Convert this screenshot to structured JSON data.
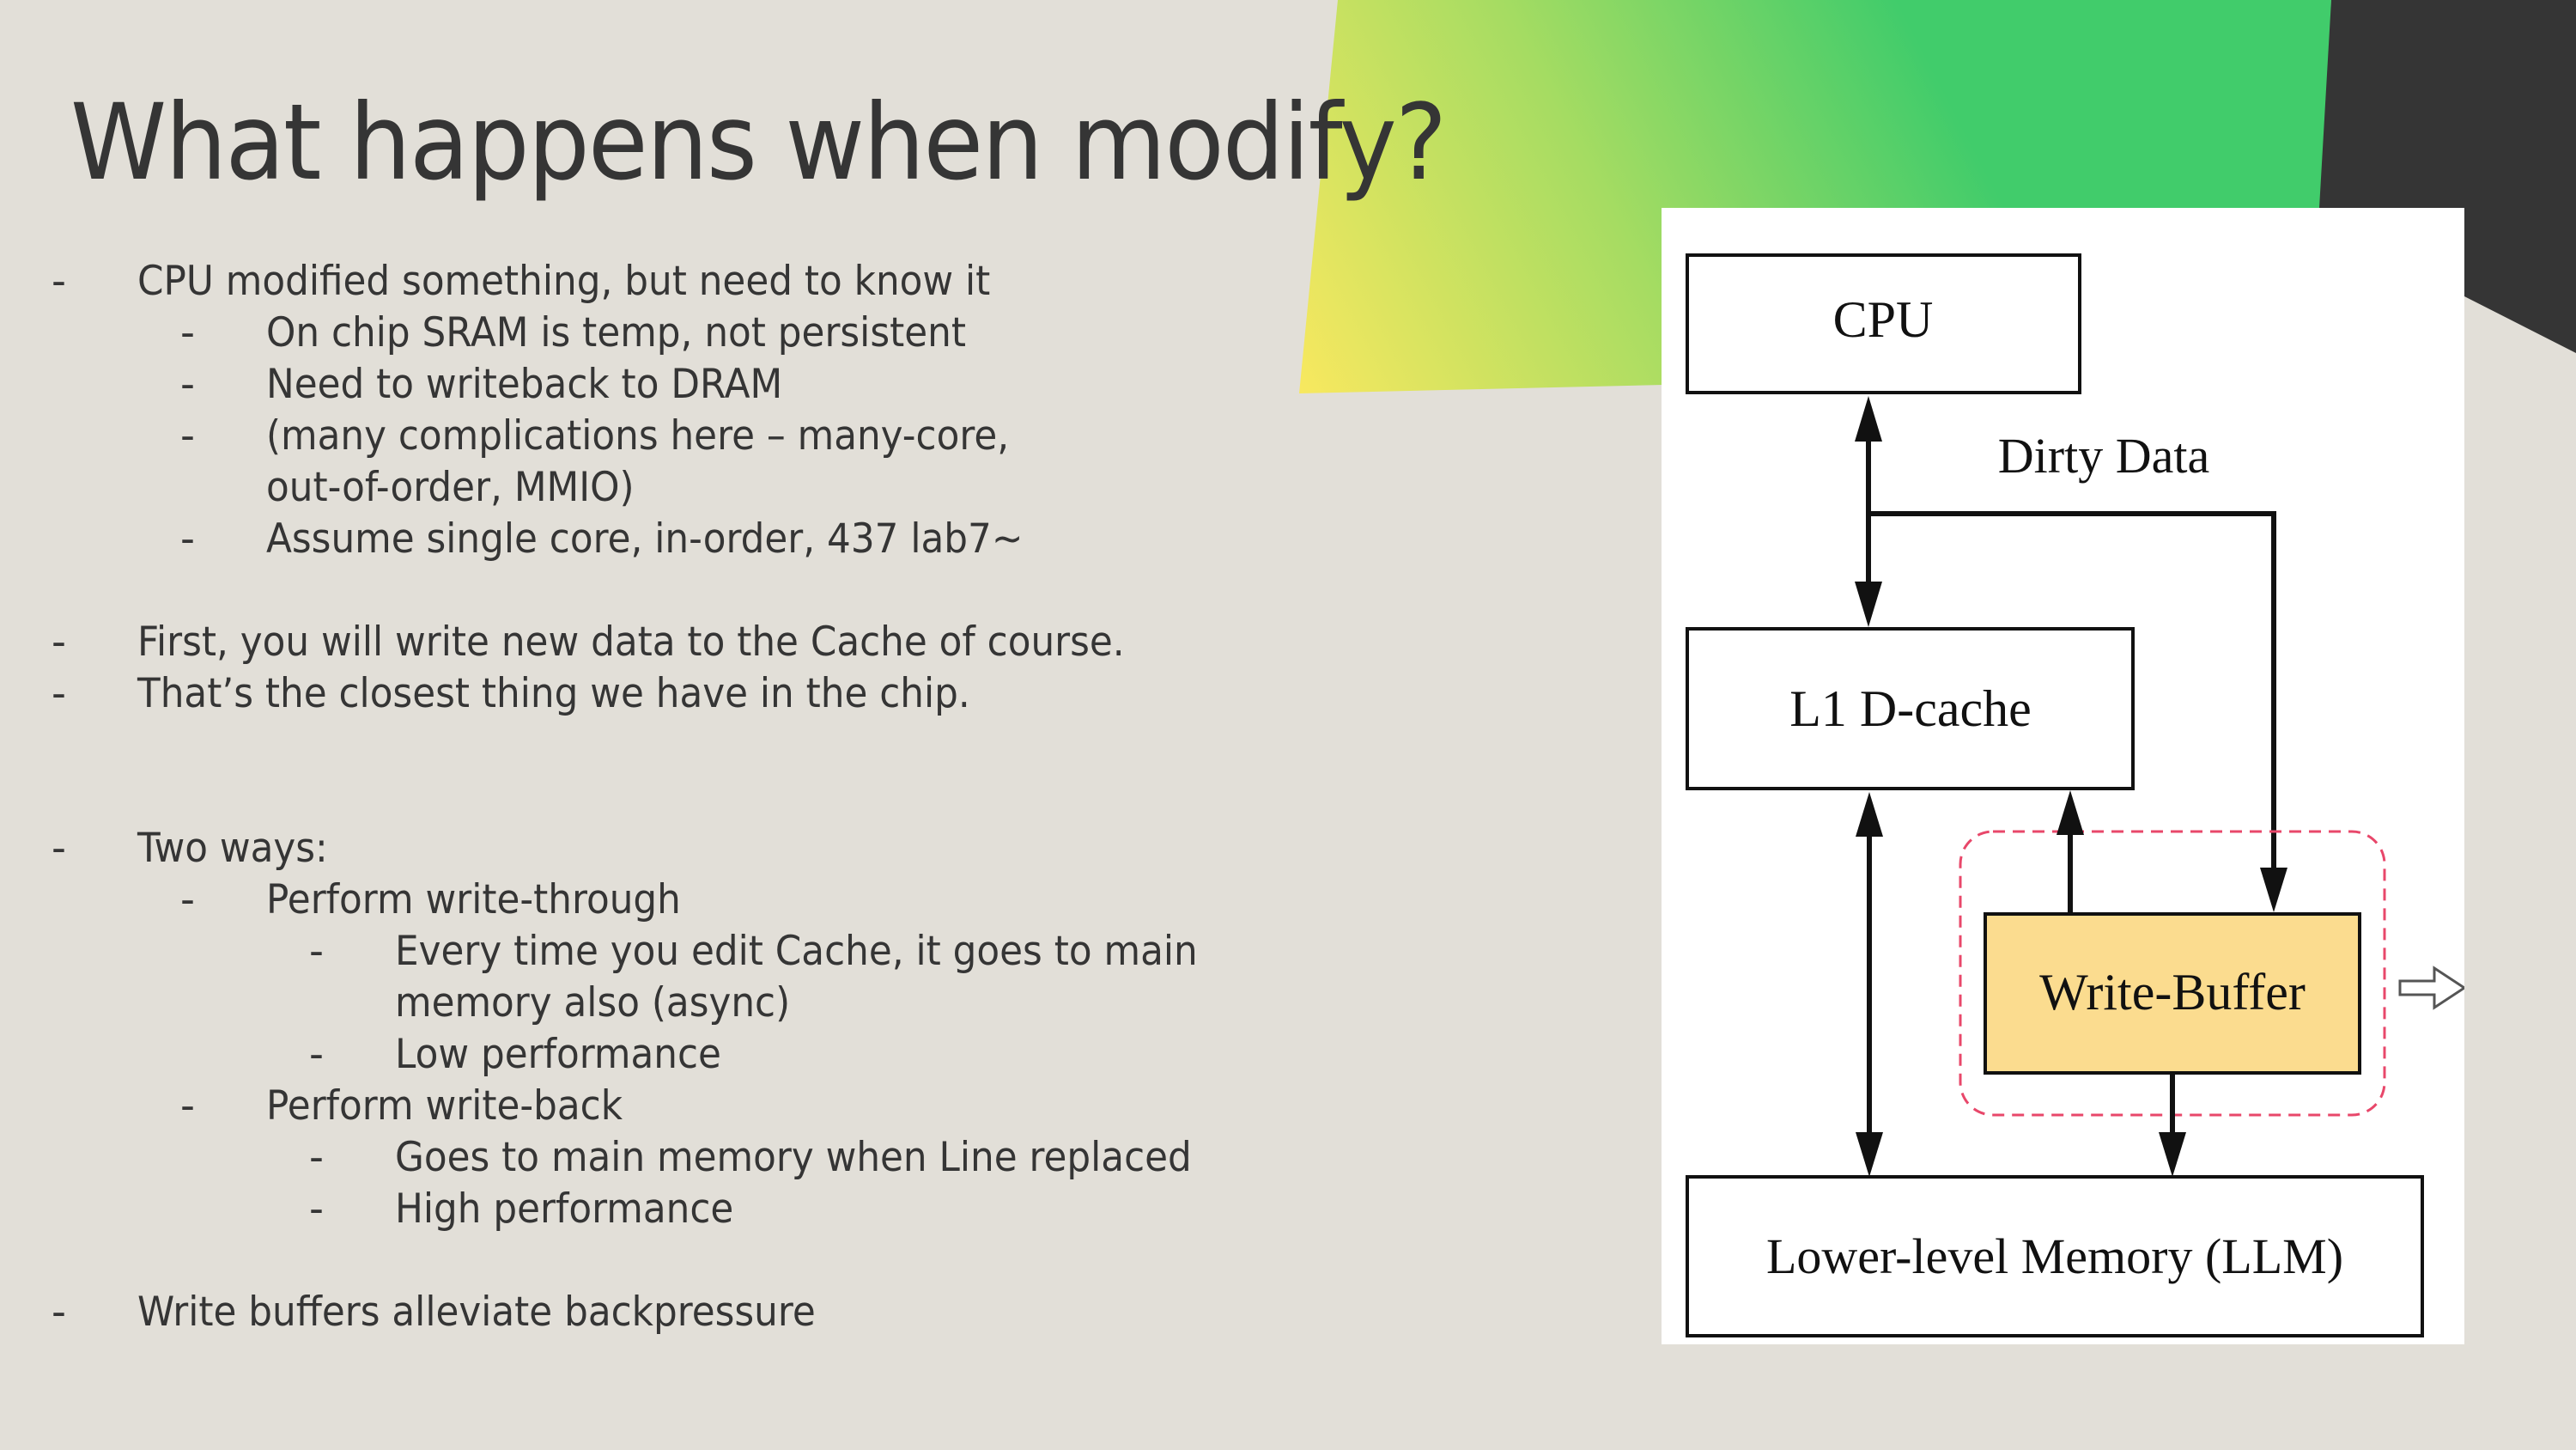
{
  "slide": {
    "title": "What happens when modify?",
    "colors": {
      "background": "#e2dfd8",
      "text": "#353535",
      "accent_gradient_start": "#f7e85f",
      "accent_gradient_end": "#41cc6b",
      "dark_shape": "#353535"
    }
  },
  "bullets": [
    {
      "level": 0,
      "marker": "-",
      "text": "CPU modified something, but need to know it"
    },
    {
      "level": 1,
      "marker": "-",
      "text": "On chip SRAM is temp, not persistent"
    },
    {
      "level": 1,
      "marker": "-",
      "text": "Need to writeback to DRAM"
    },
    {
      "level": 1,
      "marker": "-",
      "text": "(many complications here – many-core,"
    },
    {
      "level": 1,
      "marker": "",
      "text": "out-of-order, MMIO)"
    },
    {
      "level": 1,
      "marker": "-",
      "text": "Assume single core, in-order, 437 lab7~"
    },
    {
      "level": 0,
      "marker": "-",
      "text": "First, you will write new data to the Cache of course."
    },
    {
      "level": 0,
      "marker": "-",
      "text": "That’s the closest thing we have in the chip."
    },
    {
      "level": 0,
      "marker": "-",
      "text": "Two ways:"
    },
    {
      "level": 1,
      "marker": "-",
      "text": "Perform write-through"
    },
    {
      "level": 2,
      "marker": "-",
      "text": "Every time you edit Cache, it goes to main"
    },
    {
      "level": 2,
      "marker": "",
      "text": "memory also (async)"
    },
    {
      "level": 2,
      "marker": "-",
      "text": "Low performance"
    },
    {
      "level": 1,
      "marker": "-",
      "text": "Perform write-back"
    },
    {
      "level": 2,
      "marker": "-",
      "text": "Goes to main memory when Line replaced"
    },
    {
      "level": 2,
      "marker": "-",
      "text": "High performance"
    },
    {
      "level": 0,
      "marker": "-",
      "text": "Write buffers alleviate backpressure"
    }
  ],
  "diagram": {
    "boxes": {
      "cpu": "CPU",
      "l1": "L1 D-cache",
      "write_buffer": "Write-Buffer",
      "llm": "Lower-level Memory (LLM)"
    },
    "edge_labels": {
      "dirty_data": "Dirty Data"
    },
    "colors": {
      "write_buffer_fill": "#fbdc8f",
      "dashed_outline": "#e8476a",
      "line": "#111111"
    }
  }
}
